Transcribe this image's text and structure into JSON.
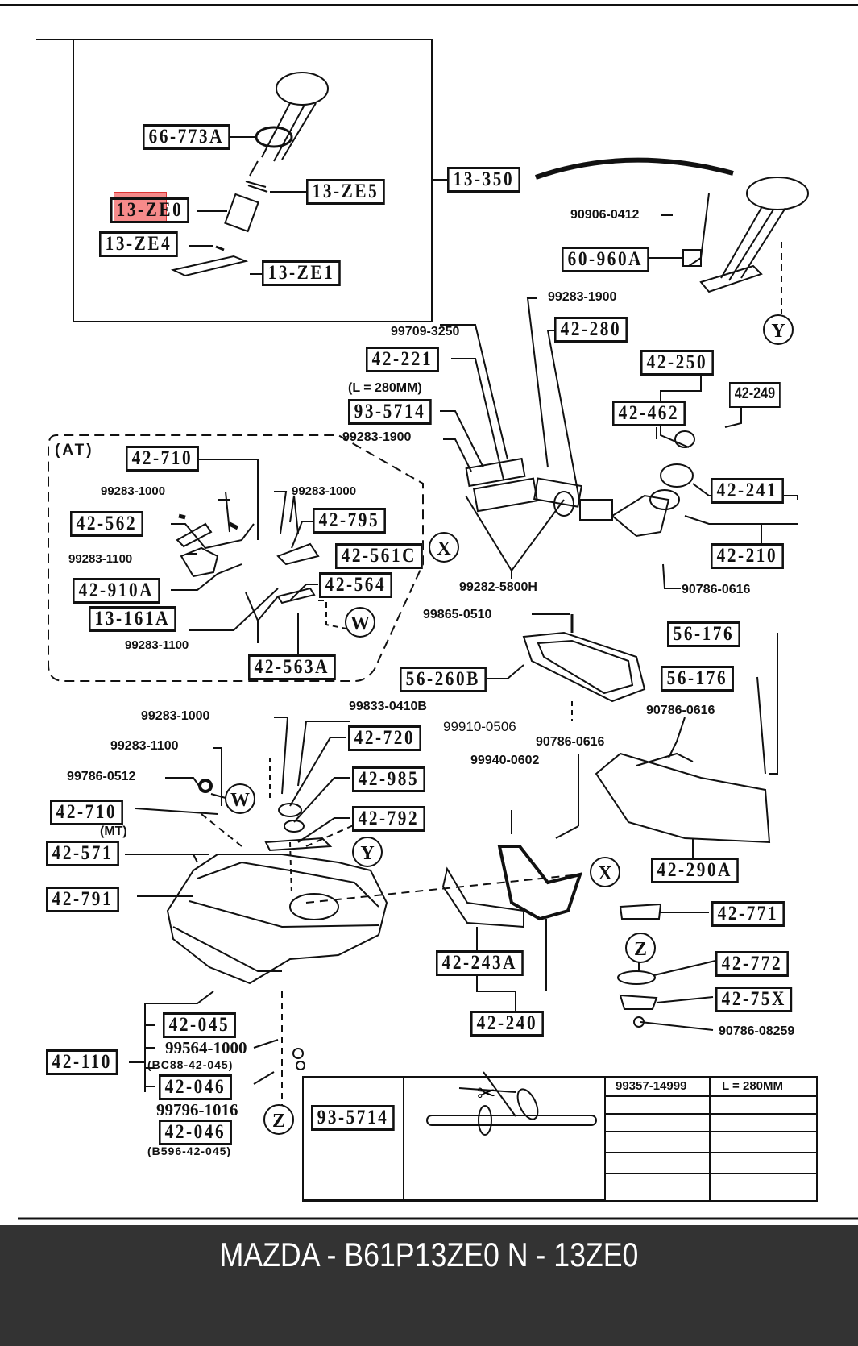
{
  "diagram": {
    "title": "Fuel tank assembly parts diagram",
    "highlighted_part": "13-ZE0",
    "highlight_color": "#f03c3c",
    "groups": {
      "pump_inset": [
        "66-773A",
        "13-ZE5",
        "13-ZE0",
        "13-ZE4",
        "13-ZE1"
      ],
      "at_inset_label": "(AT)",
      "mt_label": "(MT)"
    },
    "boxed_labels": {
      "p66_773A": "66-773A",
      "p13_ZE5": "13-ZE5",
      "p13_ZE0": "13-ZE0",
      "p13_ZE4": "13-ZE4",
      "p13_ZE1": "13-ZE1",
      "p13_350": "13-350",
      "p60_960A": "60-960A",
      "p42_280": "42-280",
      "p42_221": "42-221",
      "p93_5714": "93-5714",
      "p42_250": "42-250",
      "p42_462": "42-462",
      "p42_249": "42-249",
      "p42_241": "42-241",
      "p42_210": "42-210",
      "p42_710_at": "42-710",
      "p42_562": "42-562",
      "p42_795": "42-795",
      "p42_561C": "42-561C",
      "p42_910A": "42-910A",
      "p42_564": "42-564",
      "p13_161A": "13-161A",
      "p42_563A": "42-563A",
      "p56_176a": "56-176",
      "p56_176b": "56-176",
      "p56_260B": "56-260B",
      "p42_720": "42-720",
      "p42_985": "42-985",
      "p42_792": "42-792",
      "p42_710_mt": "42-710",
      "p42_571": "42-571",
      "p42_791": "42-791",
      "p42_290A": "42-290A",
      "p42_771": "42-771",
      "p42_772": "42-772",
      "p42_75X": "42-75X",
      "p42_243A": "42-243A",
      "p42_240": "42-240",
      "p42_045": "42-045",
      "p42_110": "42-110",
      "p42_046a": "42-046",
      "p42_046b": "42-046",
      "p93_5714_table": "93-5714"
    },
    "plain_labels": {
      "n90906_0412": "90906-0412",
      "n99283_1900_top": "99283-1900",
      "n99709_3250": "99709-3250",
      "n_len": "(L = 280MM)",
      "n99283_1900_left": "99283-1900",
      "n99283_1000_a": "99283-1000",
      "n99283_1000_b": "99283-1000",
      "n99283_1100_a": "99283-1100",
      "n99283_1100_b": "99283-1100",
      "n99282_5800H": "99282-5800H",
      "n90786_0616_a": "90786-0616",
      "n99865_0510": "99865-0510",
      "n99833_0410B": "99833-0410B",
      "n99910_0506": "99910-0506",
      "n90786_0616_b": "90786-0616",
      "n90786_0616_c": "90786-0616",
      "n99283_1000_c": "99283-1000",
      "n99283_1100_c": "99283-1100",
      "n99786_0512": "99786-0512",
      "n99940_0602": "99940-0602",
      "n90786_08259": "90786-08259",
      "n99564_1000": "99564-1000",
      "n_bc88": "(BC88-42-045)",
      "n99796_1016": "99796-1016",
      "n_b596": "(B596-42-045)"
    },
    "callouts": {
      "X1": "X",
      "X2": "X",
      "W1": "W",
      "W2": "W",
      "Y1": "Y",
      "Y2": "Y",
      "Z1": "Z",
      "Z2": "Z"
    },
    "table": {
      "part": "93-5714",
      "header_part_no": "99357-14999",
      "header_length": "L = 280MM",
      "rows": [
        [
          "",
          ""
        ],
        [
          "",
          ""
        ],
        [
          "",
          ""
        ],
        [
          "",
          ""
        ],
        [
          "",
          ""
        ],
        [
          "",
          ""
        ]
      ]
    }
  },
  "footer": {
    "title": "MAZDA - B61P13ZE0   N - 13ZE0",
    "background": "#333333"
  }
}
